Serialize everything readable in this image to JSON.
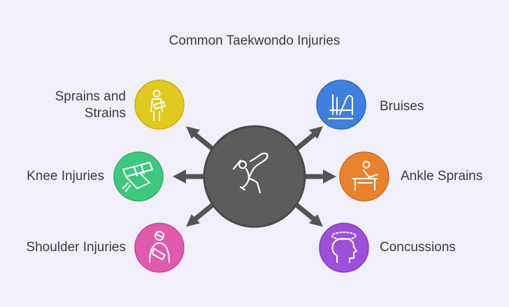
{
  "title": "Common Taekwondo Injuries",
  "center": {
    "icon": "taekwondo-kick-icon",
    "color": "#5c5c5c"
  },
  "injuries": [
    {
      "label": "Sprains and Strains",
      "line1": "Sprains and",
      "line2": "Strains",
      "icon": "arm-sling-icon",
      "color": "#e0c91e"
    },
    {
      "label": "Knee Injuries",
      "icon": "leg-bandage-icon",
      "color": "#3ec77f"
    },
    {
      "label": "Shoulder Injuries",
      "icon": "shoulder-sling-icon",
      "color": "#e25aab"
    },
    {
      "label": "Bruises",
      "icon": "bruised-limb-icon",
      "color": "#3e7fe0"
    },
    {
      "label": "Ankle Sprains",
      "icon": "ankle-rest-icon",
      "color": "#e9822d"
    },
    {
      "label": "Concussions",
      "icon": "head-dizzy-icon",
      "color": "#9c4fd9"
    }
  ]
}
